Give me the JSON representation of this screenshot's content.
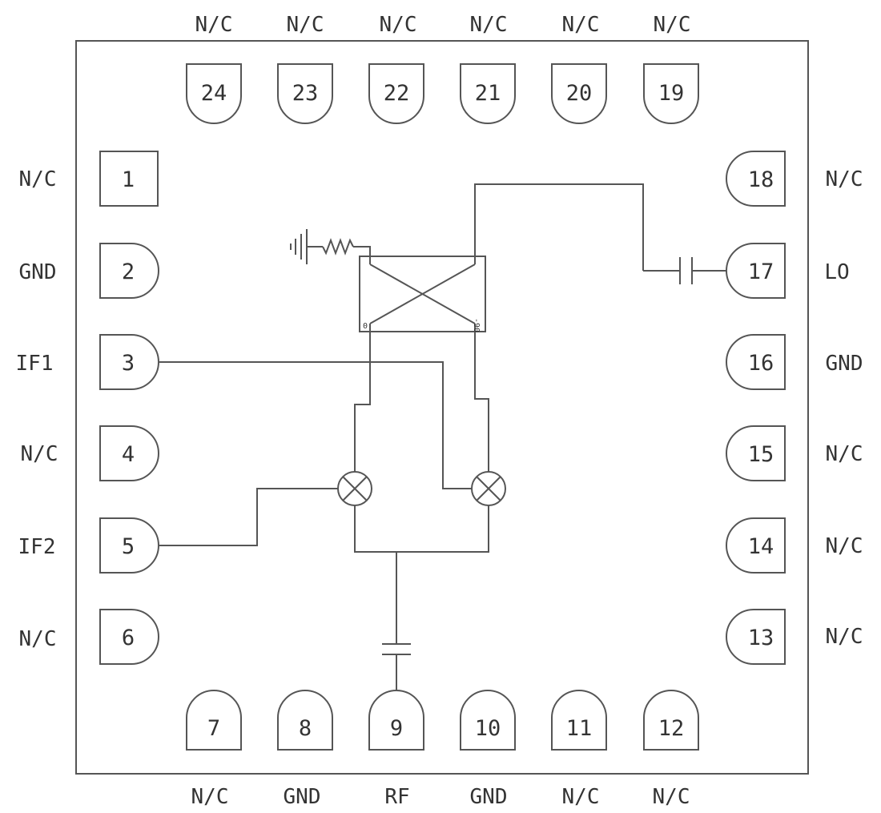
{
  "pins": {
    "p1": {
      "num": "1",
      "label": "N/C"
    },
    "p2": {
      "num": "2",
      "label": "GND"
    },
    "p3": {
      "num": "3",
      "label": "IF1"
    },
    "p4": {
      "num": "4",
      "label": "N/C"
    },
    "p5": {
      "num": "5",
      "label": "IF2"
    },
    "p6": {
      "num": "6",
      "label": "N/C"
    },
    "p7": {
      "num": "7",
      "label": "N/C"
    },
    "p8": {
      "num": "8",
      "label": "GND"
    },
    "p9": {
      "num": "9",
      "label": "RF"
    },
    "p10": {
      "num": "10",
      "label": "GND"
    },
    "p11": {
      "num": "11",
      "label": "N/C"
    },
    "p12": {
      "num": "12",
      "label": "N/C"
    },
    "p13": {
      "num": "13",
      "label": "N/C"
    },
    "p14": {
      "num": "14",
      "label": "N/C"
    },
    "p15": {
      "num": "15",
      "label": "N/C"
    },
    "p16": {
      "num": "16",
      "label": "GND"
    },
    "p17": {
      "num": "17",
      "label": "LO"
    },
    "p18": {
      "num": "18",
      "label": "N/C"
    },
    "p19": {
      "num": "19",
      "label": "N/C"
    },
    "p20": {
      "num": "20",
      "label": "N/C"
    },
    "p21": {
      "num": "21",
      "label": "N/C"
    },
    "p22": {
      "num": "22",
      "label": "N/C"
    },
    "p23": {
      "num": "23",
      "label": "N/C"
    },
    "p24": {
      "num": "24",
      "label": "N/C"
    }
  },
  "hybrid": {
    "port_0": "0",
    "port_90": "-90"
  }
}
